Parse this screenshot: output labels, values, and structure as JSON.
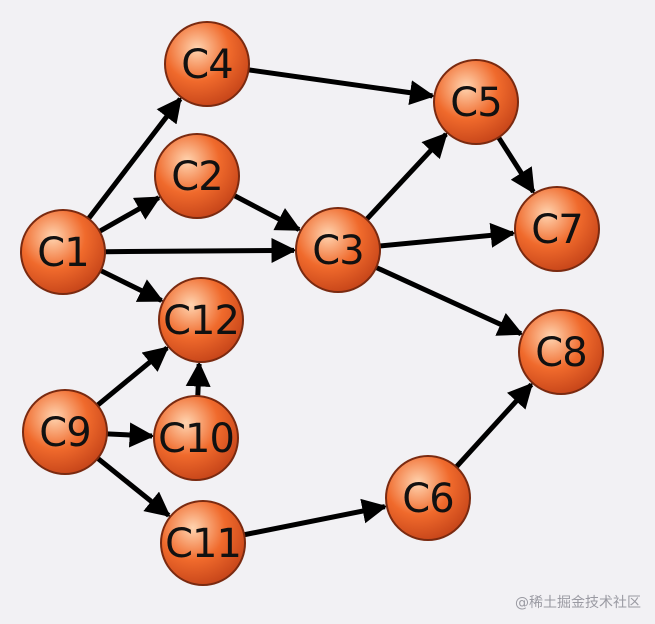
{
  "diagram": {
    "type": "directed-graph",
    "node_fill": "#f06a2c",
    "node_highlight": "#ffd4b0",
    "node_stroke": "#7a2a10",
    "edge_color": "#000000",
    "nodes": [
      {
        "id": "C1",
        "label": "C1"
      },
      {
        "id": "C2",
        "label": "C2"
      },
      {
        "id": "C3",
        "label": "C3"
      },
      {
        "id": "C4",
        "label": "C4"
      },
      {
        "id": "C5",
        "label": "C5"
      },
      {
        "id": "C6",
        "label": "C6"
      },
      {
        "id": "C7",
        "label": "C7"
      },
      {
        "id": "C8",
        "label": "C8"
      },
      {
        "id": "C9",
        "label": "C9"
      },
      {
        "id": "C10",
        "label": "C10"
      },
      {
        "id": "C11",
        "label": "C11"
      },
      {
        "id": "C12",
        "label": "C12"
      }
    ],
    "edges": [
      {
        "from": "C1",
        "to": "C4"
      },
      {
        "from": "C1",
        "to": "C2"
      },
      {
        "from": "C1",
        "to": "C3"
      },
      {
        "from": "C1",
        "to": "C12"
      },
      {
        "from": "C2",
        "to": "C3"
      },
      {
        "from": "C4",
        "to": "C5"
      },
      {
        "from": "C3",
        "to": "C5"
      },
      {
        "from": "C3",
        "to": "C7"
      },
      {
        "from": "C3",
        "to": "C8"
      },
      {
        "from": "C5",
        "to": "C7"
      },
      {
        "from": "C9",
        "to": "C12"
      },
      {
        "from": "C9",
        "to": "C10"
      },
      {
        "from": "C9",
        "to": "C11"
      },
      {
        "from": "C10",
        "to": "C12"
      },
      {
        "from": "C11",
        "to": "C6"
      },
      {
        "from": "C6",
        "to": "C8"
      }
    ]
  },
  "watermark": "@稀土掘金技术社区"
}
